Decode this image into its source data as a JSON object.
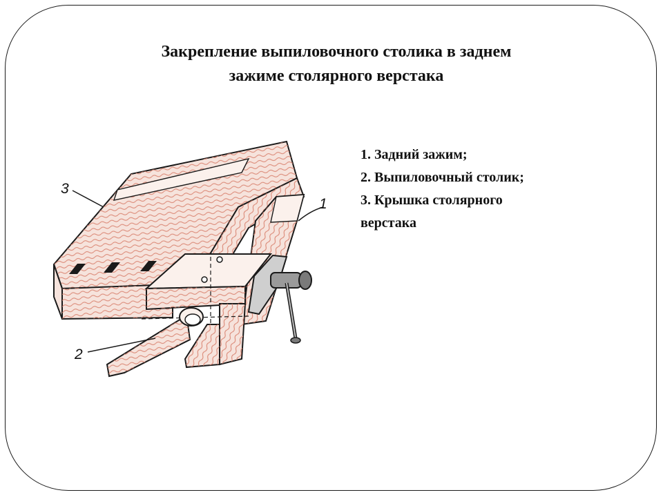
{
  "title": {
    "line1": "Закрепление выпиловочного столика в заднем",
    "line2": "зажиме столярного верстака"
  },
  "legend": {
    "items": [
      "1. Задний зажим;",
      "2. Выпиловочный столик;",
      "3. Крышка столярного",
      "верстака"
    ]
  },
  "drawing": {
    "callouts": [
      "1",
      "2",
      "3"
    ]
  },
  "colors": {
    "wood_fill": "#f6e3dc",
    "grain": "#d9826f",
    "ink": "#1a1a1a"
  }
}
